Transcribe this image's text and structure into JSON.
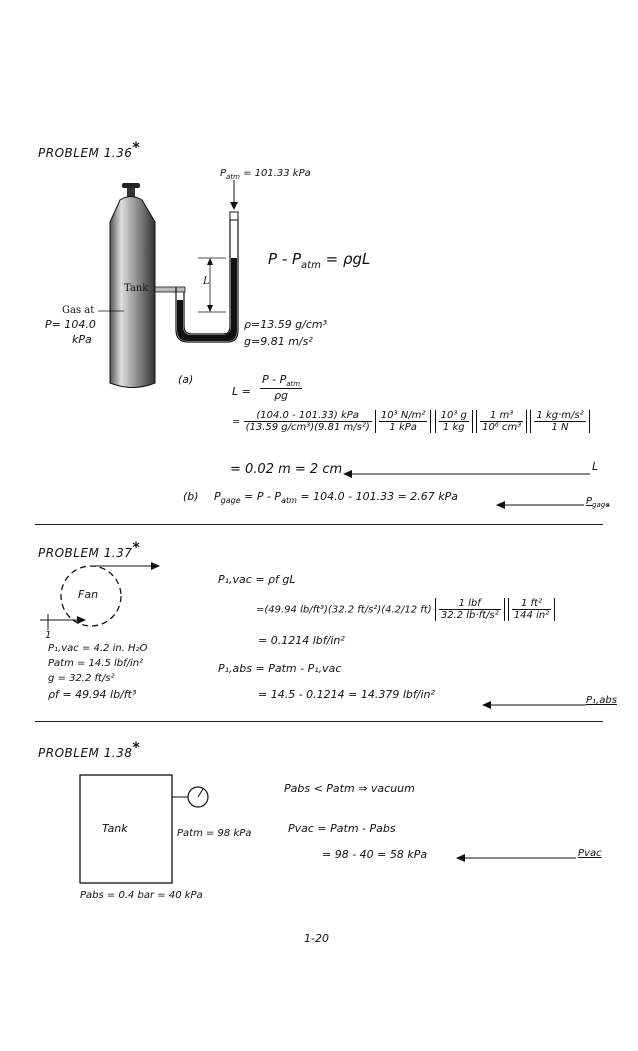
{
  "p136": {
    "heading": "PROBLEM 1.36",
    "star": "*",
    "patm_label": "P",
    "patm_sub": "atm",
    "patm_value": "= 101.33 kPa",
    "eq_main": "P - P",
    "eq_main_sub": "atm",
    "eq_main_rhs": "= ρgL",
    "tank_label": "Tank",
    "L_label": "L",
    "gas_label": "Gas at",
    "p_value": "P= 104.0",
    "p_unit": "kPa",
    "rho": "ρ=13.59 g/cm³",
    "g": "g=9.81 m/s²",
    "part_a": "(a)",
    "L_eq": "L =",
    "L_frac_num": "P - P",
    "L_frac_num_sub": "atm",
    "L_frac_den": "ρg",
    "calc_num": "(104.0 - 101.33) kPa",
    "calc_den": "(13.59 g/cm³)(9.81 m/s²)",
    "conv1_num": "10³ N/m²",
    "conv1_den": "1 kPa",
    "conv2_num": "10³ g",
    "conv2_den": "1 kg",
    "conv3_num": "1 m³",
    "conv3_den": "10⁶ cm³",
    "conv4_num": "1 kg·m/s²",
    "conv4_den": "1 N",
    "result_a": "= 0.02 m = 2 cm",
    "result_a_tag": "L",
    "part_b": "(b)",
    "pgage_label": "P",
    "pgage_sub": "gage",
    "pgage_eq": "= P - P",
    "pgage_eq_sub": "atm",
    "pgage_calc": "= 104.0 - 101.33 = 2.67 kPa",
    "pgage_tag": "P",
    "pgage_tag_sub": "gage"
  },
  "p137": {
    "heading": "PROBLEM 1.37",
    "star": "*",
    "fan_label": "Fan",
    "point_label": "1",
    "given_vac": "P₁,vac = 4.2 in. H₂O",
    "given_patm": "Patm = 14.5 lbf/in²",
    "given_g": "g = 32.2 ft/s²",
    "given_rho": "ρf = 49.94 lb/ft³",
    "vac_label": "P₁,vac = ρf gL",
    "vac_calc_1": "=(49.94 lb/ft³)(32.2 ft/s²)(4.2/12 ft)",
    "conv1_num": "1 lbf",
    "conv1_den": "32.2 lb·ft/s²",
    "conv2_num": "1 ft²",
    "conv2_den": "144 in²",
    "vac_result": "= 0.1214 lbf/in²",
    "abs_label": "P₁,abs = Patm - P₁,vac",
    "abs_calc": "= 14.5 - 0.1214 = 14.379 lbf/in²",
    "abs_tag": "P₁,abs"
  },
  "p138": {
    "heading": "PROBLEM 1.38",
    "star": "*",
    "tank_label": "Tank",
    "patm_given": "Patm = 98 kPa",
    "pabs_given": "Pabs = 0.4 bar = 40 kPa",
    "line1": "Pabs < Patm ⇒ vacuum",
    "line2": "Pvac = Patm - Pabs",
    "line3": "= 98 - 40 = 58 kPa",
    "tag": "Pvac"
  },
  "page_number": "1-20"
}
